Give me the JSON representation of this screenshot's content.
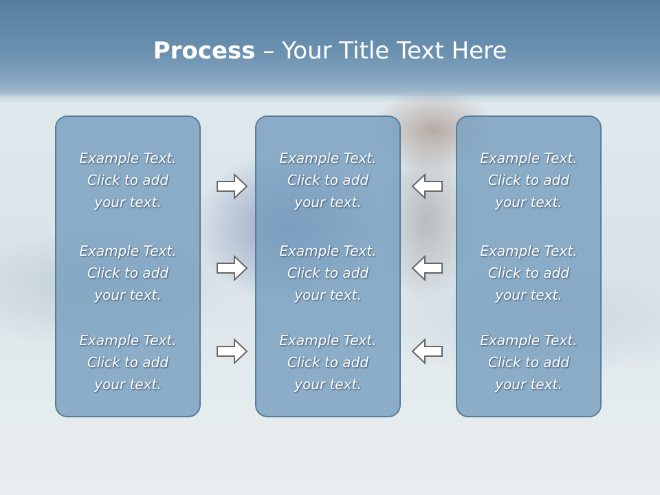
{
  "slide": {
    "title_bold": "Process",
    "title_rest": " – Your Title Text Here"
  },
  "columns": [
    {
      "name": "left",
      "blocks": [
        {
          "line1": "Example Text.",
          "line2": "Click  to add",
          "line3": "your text."
        },
        {
          "line1": "Example Text.",
          "line2": "Click  to add",
          "line3": "your text."
        },
        {
          "line1": "Example Text.",
          "line2": "Click  to add",
          "line3": "your text."
        }
      ]
    },
    {
      "name": "middle",
      "blocks": [
        {
          "line1": "Example Text.",
          "line2": "Click  to add",
          "line3": "your text."
        },
        {
          "line1": "Example Text.",
          "line2": "Click  to add",
          "line3": "your text."
        },
        {
          "line1": "Example Text.",
          "line2": "Click  to add",
          "line3": "your text."
        }
      ]
    },
    {
      "name": "right",
      "blocks": [
        {
          "line1": "Example Text.",
          "line2": "Click  to add",
          "line3": "your text."
        },
        {
          "line1": "Example Text.",
          "line2": "Click  to add",
          "line3": "your text."
        },
        {
          "line1": "Example Text.",
          "line2": "Click  to add",
          "line3": "your text."
        }
      ]
    }
  ],
  "arrows": {
    "left_to_middle": [
      "right-arrow-icon",
      "right-arrow-icon",
      "right-arrow-icon"
    ],
    "right_to_middle": [
      "left-arrow-icon",
      "left-arrow-icon",
      "left-arrow-icon"
    ]
  },
  "colors": {
    "banner": "#6b91b0",
    "box_fill": "#769ebe",
    "box_border": "#5a7d98",
    "text": "#ffffff",
    "arrow_stroke": "#666666"
  }
}
